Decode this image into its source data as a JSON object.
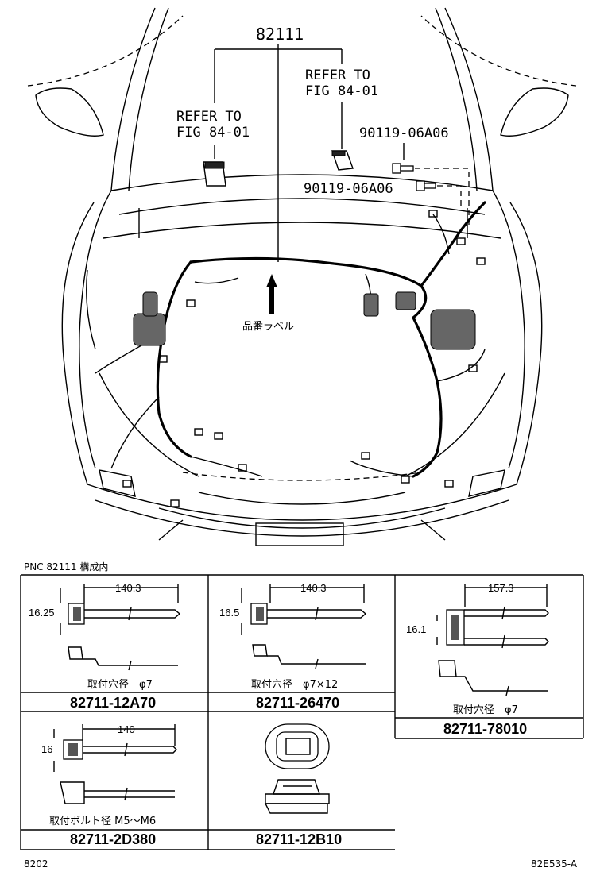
{
  "main": {
    "part_number": "82111",
    "refer_left": [
      "REFER TO",
      "FIG 84-01"
    ],
    "refer_right": [
      "REFER TO",
      "FIG 84-01"
    ],
    "bolt_1": "90119-06A06",
    "bolt_2": "90119-06A06",
    "label_jp": "品番ラベル"
  },
  "table": {
    "header": "PNC 82111 構成内",
    "cells": [
      {
        "dim_w": "140.3",
        "dim_h": "16.25",
        "note": "取付穴径　φ7",
        "part": "82711-12A70"
      },
      {
        "dim_w": "140.3",
        "dim_h": "16.5",
        "note": "取付穴径　φ7×12",
        "part": "82711-26470"
      },
      {
        "dim_w": "157.3",
        "dim_h": "16.1",
        "note": "取付穴径　φ7",
        "part": "82711-78010"
      },
      {
        "dim_w": "140",
        "dim_h": "16",
        "note": "取付ボルト径 M5～M6",
        "part": "82711-2D380"
      },
      {
        "part": "82711-12B10"
      }
    ]
  },
  "footer": {
    "left": "8202",
    "right": "82E535-A"
  }
}
